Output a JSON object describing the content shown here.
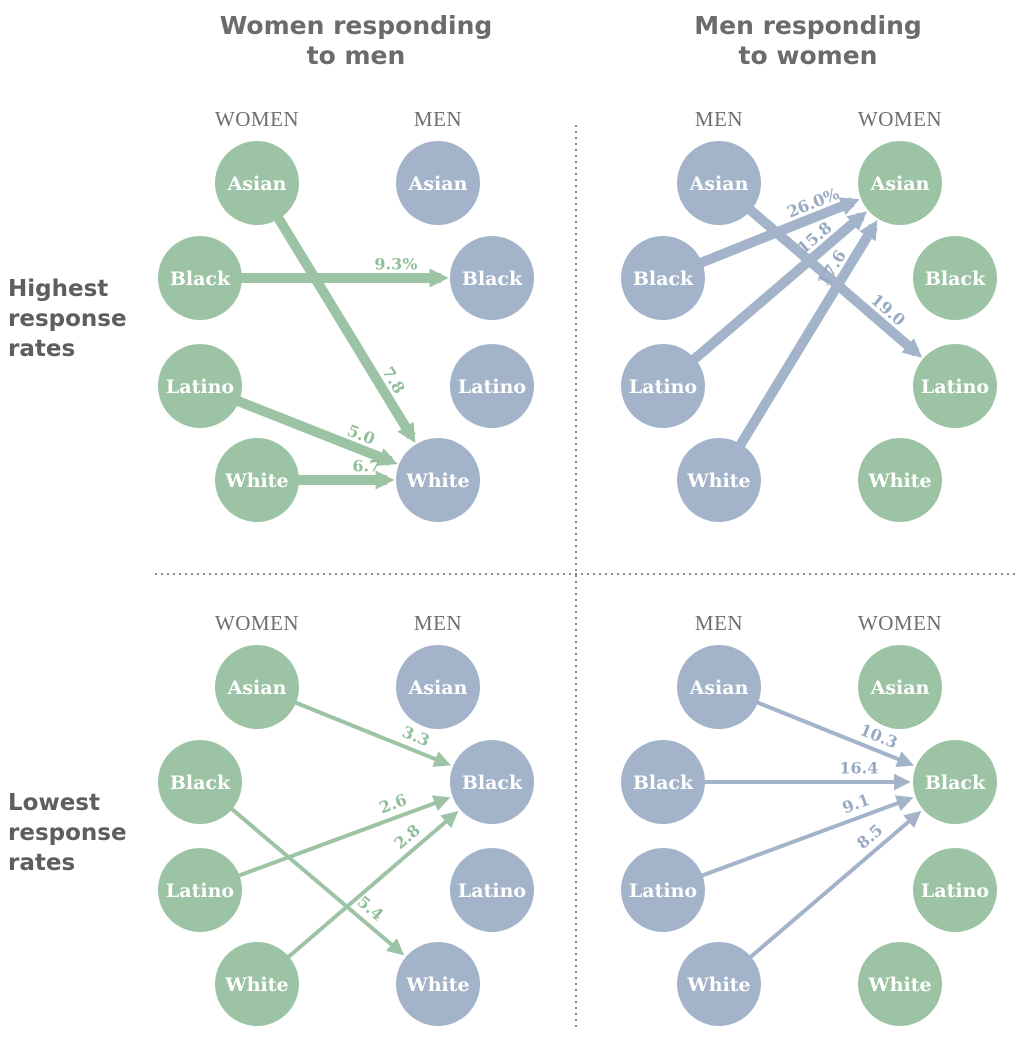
{
  "columns": [
    {
      "title_line1": "Women responding",
      "title_line2": "to men"
    },
    {
      "title_line1": "Men responding",
      "title_line2": "to women"
    }
  ],
  "rows": [
    {
      "title_lines": [
        "Highest",
        "response",
        "rates"
      ]
    },
    {
      "title_lines": [
        "Lowest",
        "response",
        "rates"
      ]
    }
  ],
  "colors": {
    "women": "#9dc3a5",
    "men": "#a3b3c9",
    "women_arrow": "#9dc3a5",
    "men_arrow": "#a3b3c9",
    "women_text": "#8fbf99",
    "men_text": "#97a9c3",
    "divider": "#8a8a8a"
  },
  "panels": [
    {
      "id": "women-highest",
      "left_header": "WOMEN",
      "right_header": "MEN",
      "left_group": "women",
      "right_group": "men",
      "nodes": [
        "Asian",
        "Black",
        "Latino",
        "White"
      ],
      "edges": [
        {
          "from": "Black",
          "to": "Black",
          "label": "9.3%"
        },
        {
          "from": "Asian",
          "to": "White",
          "label": "7.8"
        },
        {
          "from": "Latino",
          "to": "White",
          "label": "5.0"
        },
        {
          "from": "White",
          "to": "White",
          "label": "6.7"
        }
      ]
    },
    {
      "id": "men-highest",
      "left_header": "MEN",
      "right_header": "WOMEN",
      "left_group": "men",
      "right_group": "women",
      "nodes": [
        "Asian",
        "Black",
        "Latino",
        "White"
      ],
      "edges": [
        {
          "from": "Black",
          "to": "Asian",
          "label": "26.0%"
        },
        {
          "from": "Asian",
          "to": "Latino",
          "label": "19.0"
        },
        {
          "from": "Latino",
          "to": "Asian",
          "label": "15.8"
        },
        {
          "from": "White",
          "to": "Asian",
          "label": "17.6"
        }
      ]
    },
    {
      "id": "women-lowest",
      "left_header": "WOMEN",
      "right_header": "MEN",
      "left_group": "women",
      "right_group": "men",
      "nodes": [
        "Asian",
        "Black",
        "Latino",
        "White"
      ],
      "edges": [
        {
          "from": "Asian",
          "to": "Black",
          "label": "3.3"
        },
        {
          "from": "Latino",
          "to": "Black",
          "label": "2.6"
        },
        {
          "from": "White",
          "to": "Black",
          "label": "2.8"
        },
        {
          "from": "Black",
          "to": "White",
          "label": "5.4"
        }
      ]
    },
    {
      "id": "men-lowest",
      "left_header": "MEN",
      "right_header": "WOMEN",
      "left_group": "men",
      "right_group": "women",
      "nodes": [
        "Asian",
        "Black",
        "Latino",
        "White"
      ],
      "edges": [
        {
          "from": "Asian",
          "to": "Black",
          "label": "10.3"
        },
        {
          "from": "Black",
          "to": "Black",
          "label": "16.4"
        },
        {
          "from": "Latino",
          "to": "Black",
          "label": "9.1"
        },
        {
          "from": "White",
          "to": "Black",
          "label": "8.5"
        }
      ]
    }
  ]
}
